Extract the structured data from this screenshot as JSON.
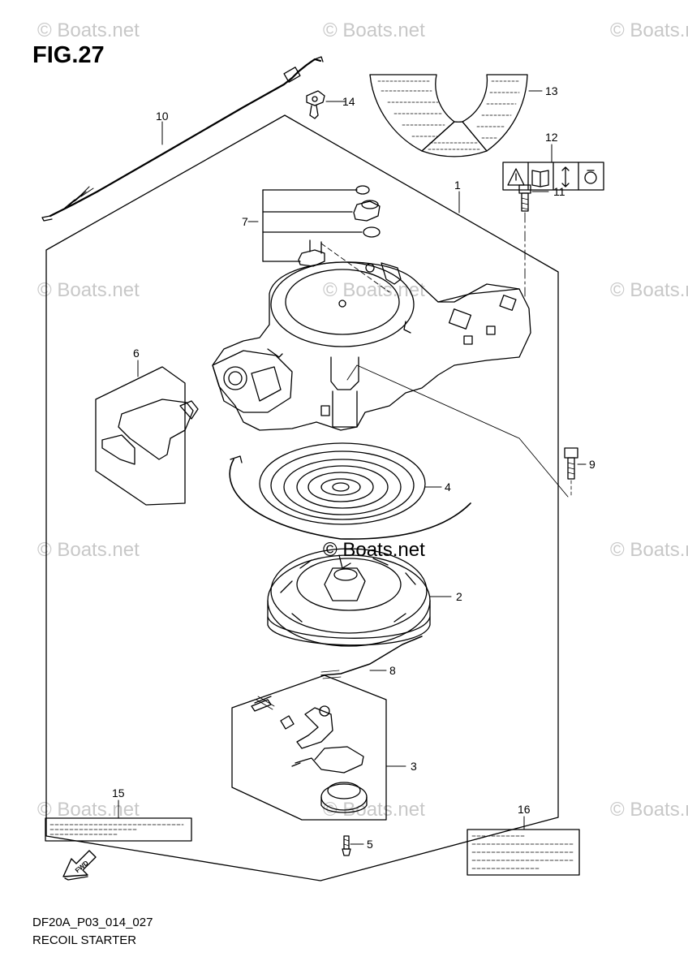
{
  "figure": {
    "title": "FIG.27",
    "code": "DF20A_P03_014_027",
    "name": "RECOIL STARTER"
  },
  "watermark": {
    "text": "© Boats.net"
  },
  "callouts": {
    "c1": "1",
    "c2": "2",
    "c3": "3",
    "c4": "4",
    "c5": "5",
    "c6": "6",
    "c7": "7",
    "c8": "8",
    "c9": "9",
    "c10": "10",
    "c11": "11",
    "c12": "12",
    "c13": "13",
    "c14": "14",
    "c15": "15",
    "c16": "16"
  },
  "fwd_label": "FWD"
}
